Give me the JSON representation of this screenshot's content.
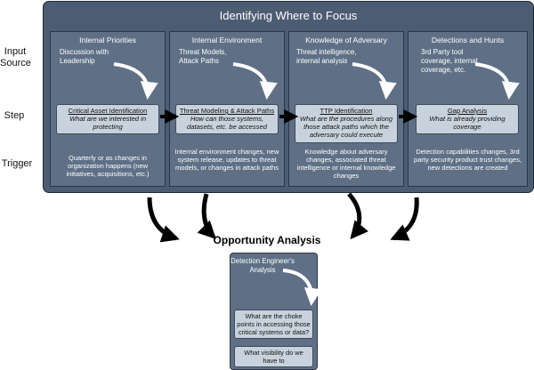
{
  "row_labels": {
    "input_source_line1": "Input",
    "input_source_line2": "Source",
    "step": "Step",
    "trigger": "Trigger"
  },
  "panel": {
    "title": "Identifying Where to Focus",
    "columns": [
      {
        "header": "Internal Priorities",
        "input": "Discussion with Leadership",
        "step_title": "Critical Asset Identification",
        "step_sub": "What are we interested in protecting",
        "trigger": "Quarterly or as changes in organization happens (new initiatives, acquisitions, etc.)"
      },
      {
        "header": "Internal Environment",
        "input": "Threat Models, Attack Paths",
        "step_title": "Threat Modeling & Attack Paths",
        "step_sub": "How can those systems, datasets, etc. be accessed",
        "trigger": "Internal environment changes, new system release, updates to threat models, or changes in attack paths"
      },
      {
        "header": "Knowledge of Adversary",
        "input": "Threat intelligence, internal analysis",
        "step_title": "TTP Identification",
        "step_sub": "What are the procedures along those attack paths which the adversary could execute",
        "trigger": "Knowledge about adversary changes, associated threat intelligence or internal knowledge changes"
      },
      {
        "header": "Detections and Hunts",
        "input": "3rd Party tool coverage, internal coverage, etc.",
        "step_title": "Gap Analysis",
        "step_sub": "What is already providing coverage",
        "trigger": "Detection capabilities changes, 3rd party security product trust changes, new detections are created"
      }
    ]
  },
  "opportunity": {
    "title": "Opportunity Analysis",
    "input": "Detection Engineer's Analysis",
    "question1": "What are the choke points in accessing those critical systems or data?",
    "question2": "What visibility do we have to"
  },
  "colors": {
    "outer_panel": "#4c5d73",
    "column_panel": "#5f7086",
    "step_box": "#c8d2dd",
    "arrow": "#000000"
  }
}
